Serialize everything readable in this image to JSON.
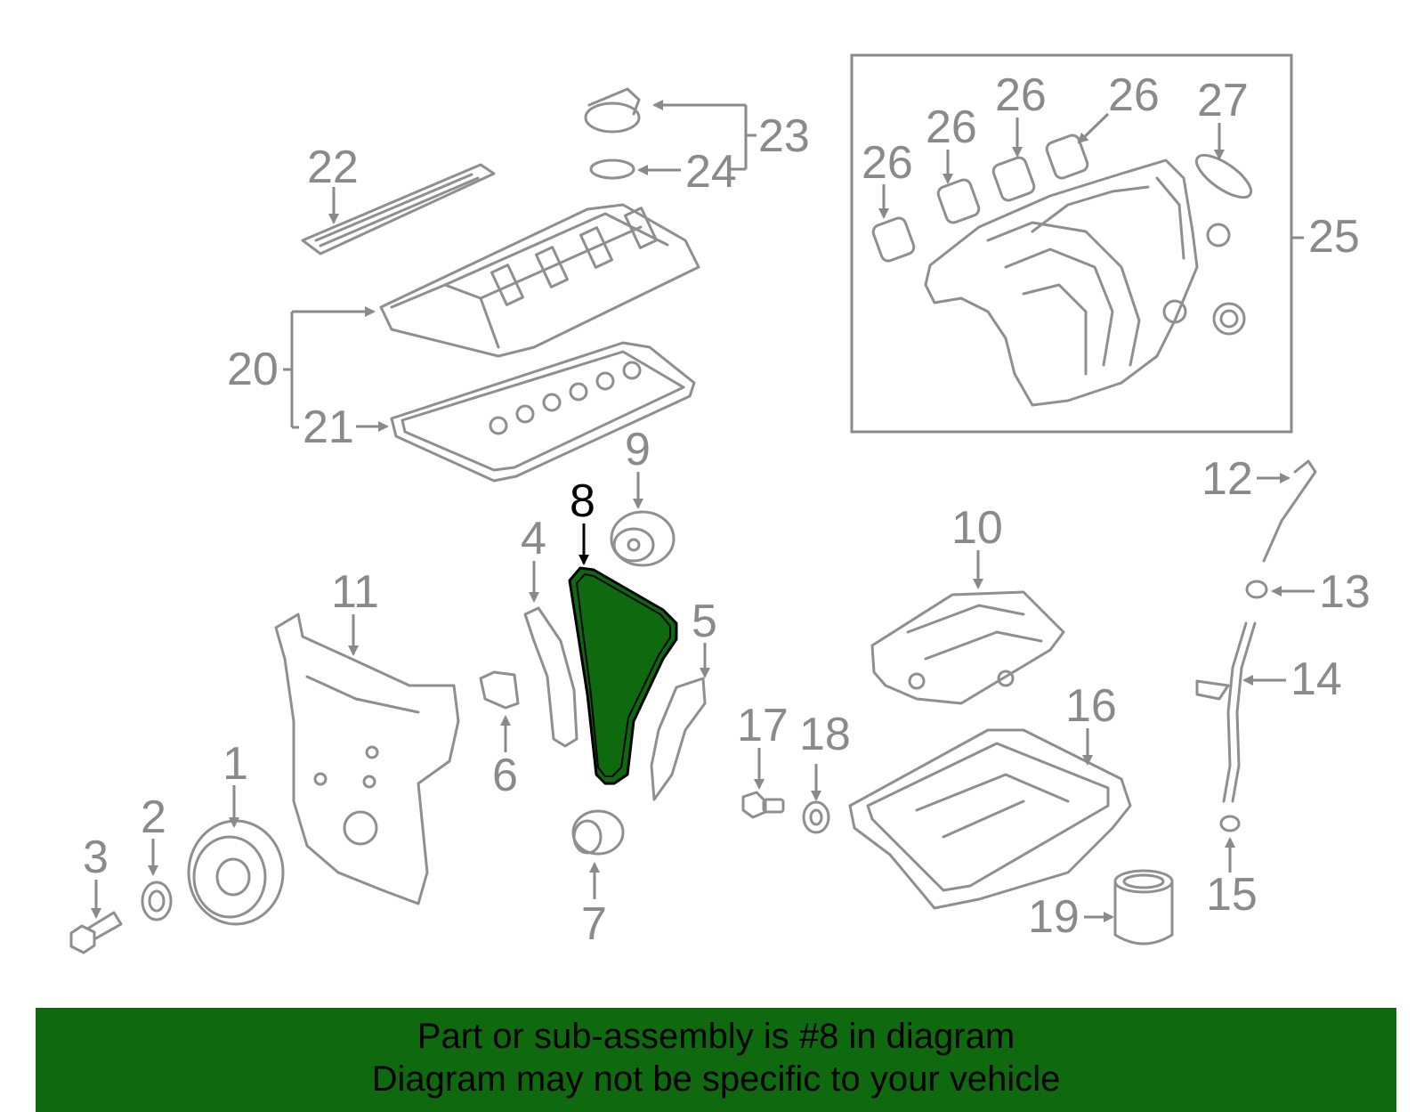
{
  "diagram": {
    "highlight_color": "#0f6a0f",
    "highlighted_part": "8",
    "callouts": [
      "1",
      "2",
      "3",
      "4",
      "5",
      "6",
      "7",
      "8",
      "9",
      "10",
      "11",
      "12",
      "13",
      "14",
      "15",
      "16",
      "17",
      "18",
      "19",
      "20",
      "21",
      "22",
      "23",
      "24",
      "25",
      "26",
      "26",
      "26",
      "26",
      "27"
    ]
  },
  "banner": {
    "line1": "Part or sub-assembly is #8 in diagram",
    "line2": "Diagram may not be specific to your vehicle"
  }
}
